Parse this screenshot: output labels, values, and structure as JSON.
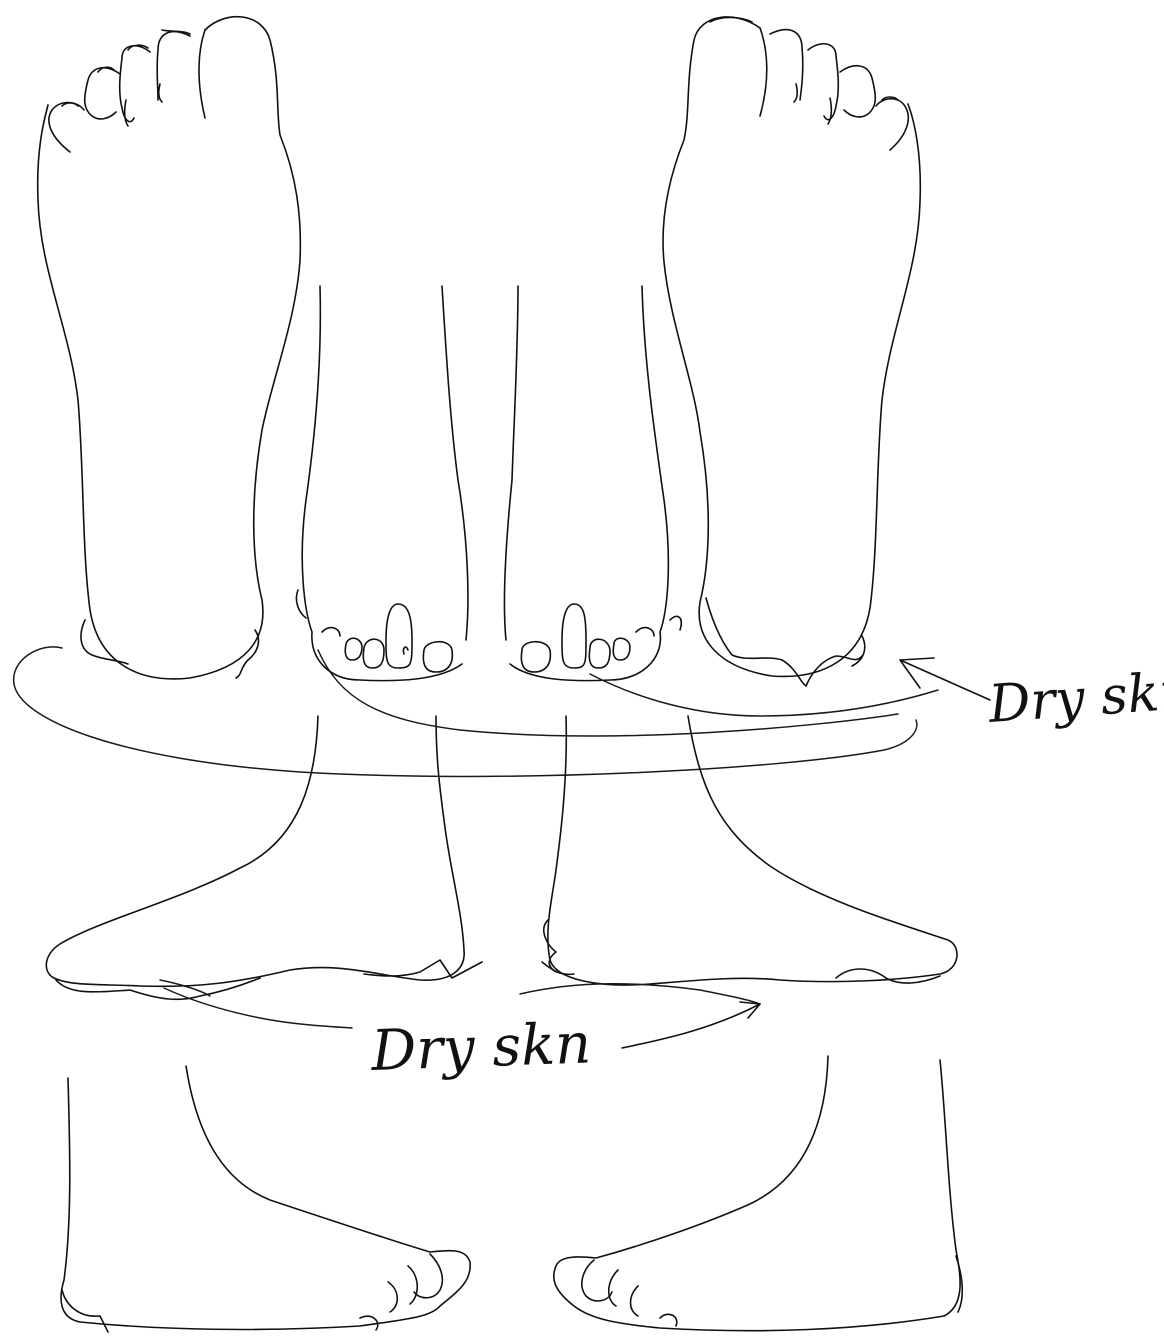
{
  "diagram": {
    "annotations": [
      {
        "id": "upper",
        "text": "Dry skn"
      },
      {
        "id": "lower",
        "text": "Dry skn"
      }
    ]
  }
}
